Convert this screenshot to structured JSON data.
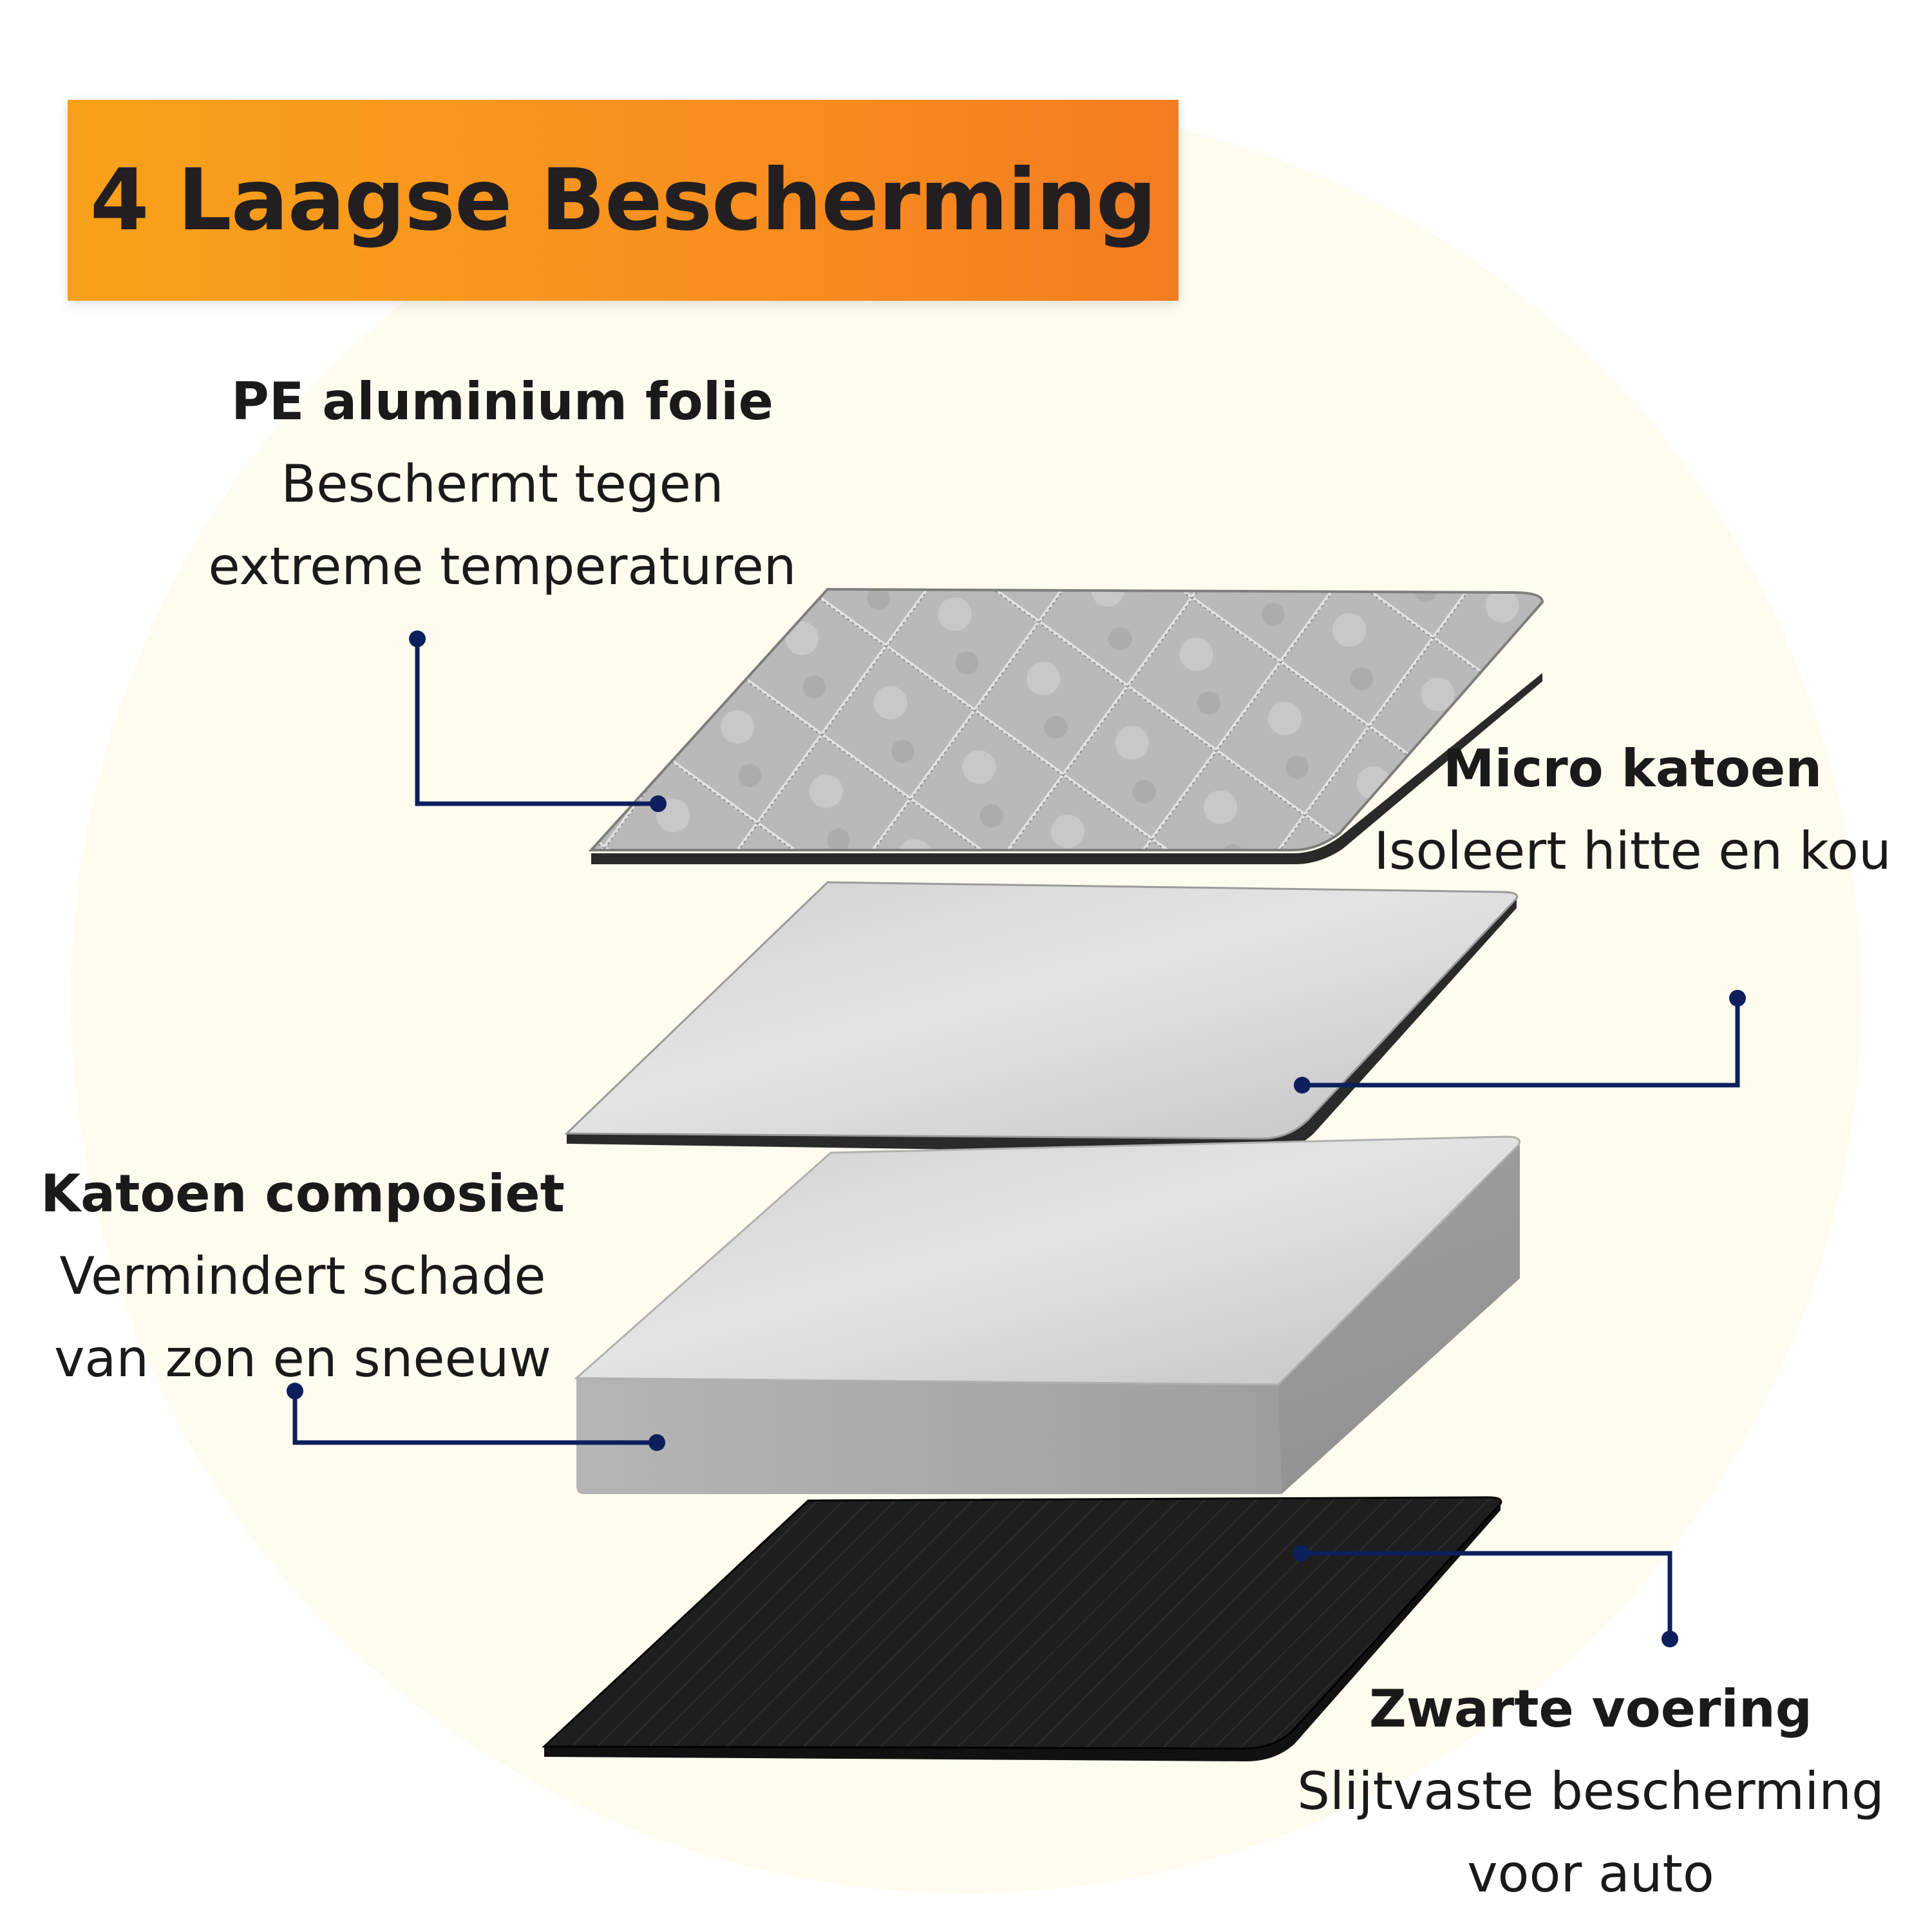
{
  "title": "4 Laagse Bescherming",
  "layers": [
    {
      "name": "PE aluminium folie",
      "desc1": "Beschermt tegen",
      "desc2": "extreme temperaturen"
    },
    {
      "name": "Micro katoen",
      "desc1": "Isoleert hitte en kou"
    },
    {
      "name": "Katoen composiet",
      "desc1": "Vermindert schade",
      "desc2": "van zon en sneeuw"
    },
    {
      "name": "Zwarte voering",
      "desc1": "Slijtvaste bescherming",
      "desc2": "voor auto"
    }
  ],
  "colors": {
    "banner": "#f7911e",
    "connector": "#0d1f5c",
    "background_circle": "#fdfcee"
  }
}
